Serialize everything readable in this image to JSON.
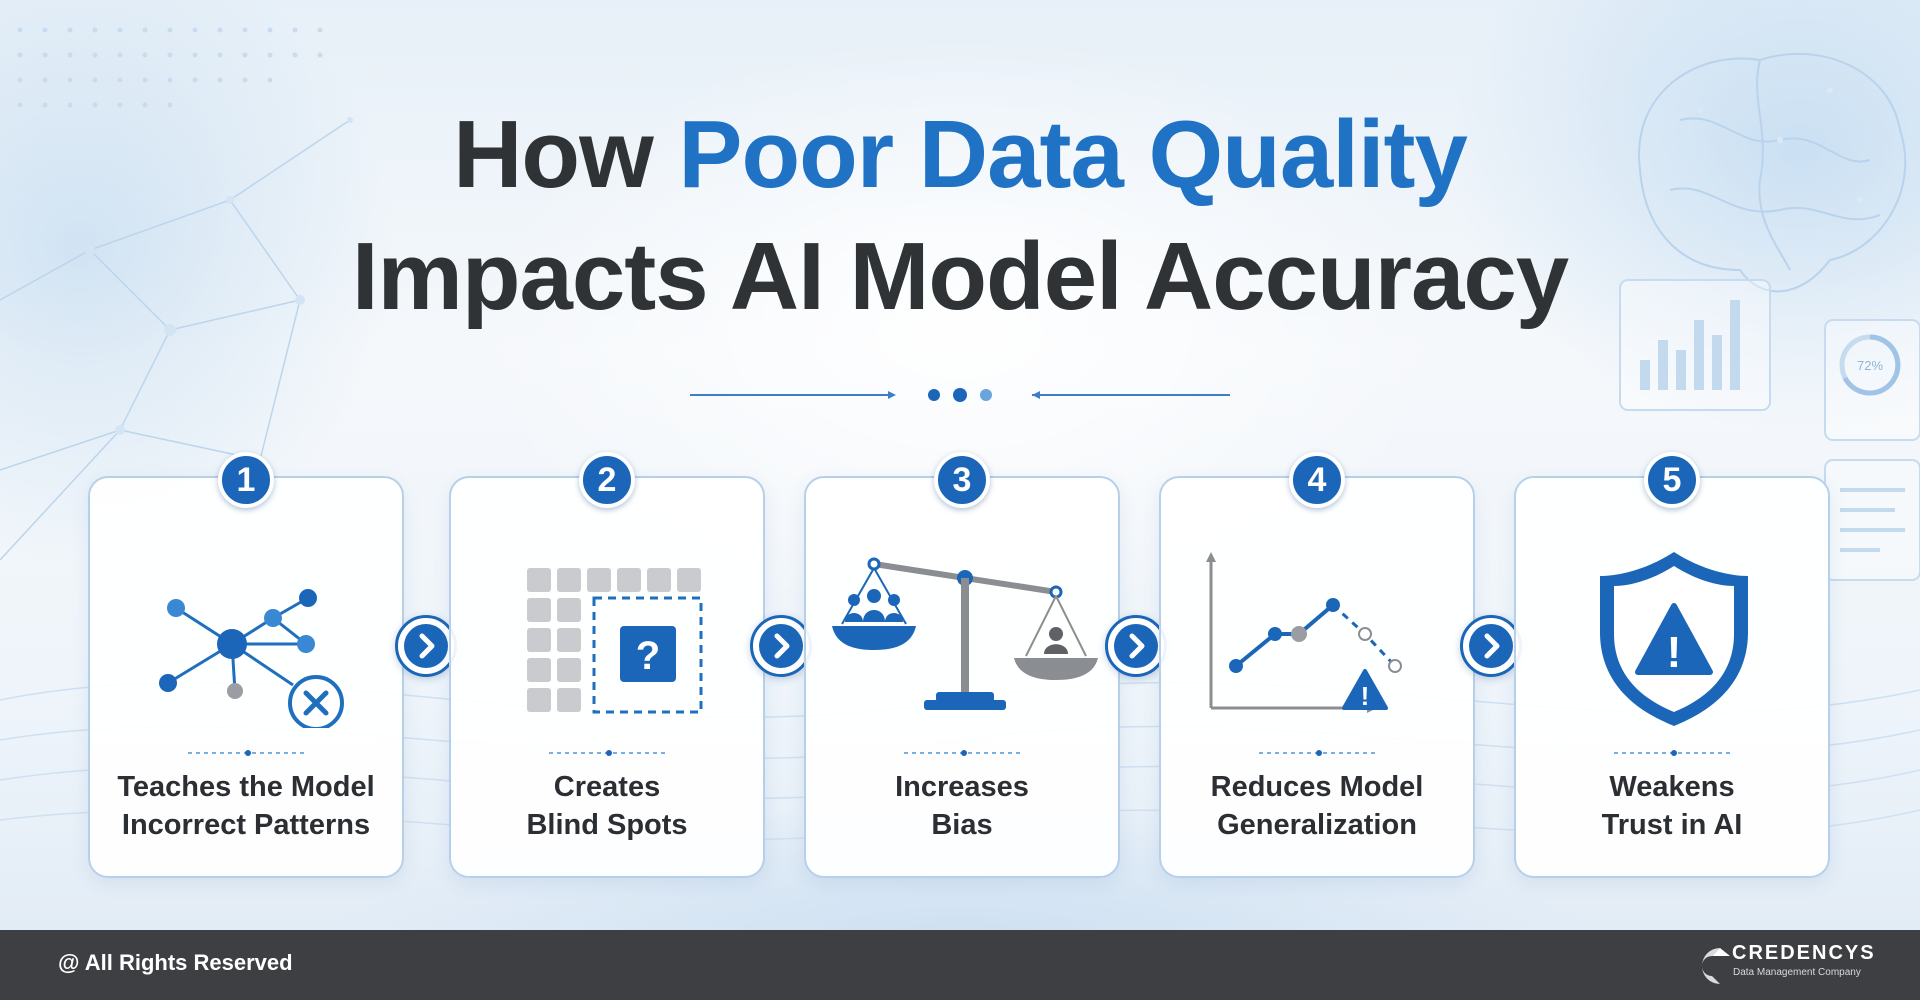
{
  "title": {
    "line1_prefix": "How",
    "line1_accent": "Poor Data Quality",
    "line2": "Impacts AI Model Accuracy"
  },
  "background": {
    "gauge_text": "72%"
  },
  "steps": [
    {
      "number": "1",
      "icon": "network-error-icon",
      "label_lines": [
        "Teaches the Model",
        "Incorrect Patterns"
      ]
    },
    {
      "number": "2",
      "icon": "blind-spot-grid-icon",
      "icon_text": "?",
      "label_lines": [
        "Creates",
        "Blind Spots"
      ]
    },
    {
      "number": "3",
      "icon": "balance-scale-icon",
      "label_lines": [
        "Increases",
        "Bias"
      ]
    },
    {
      "number": "4",
      "icon": "trend-warning-icon",
      "icon_text": "!",
      "label_lines": [
        "Reduces Model",
        "Generalization"
      ]
    },
    {
      "number": "5",
      "icon": "shield-warning-icon",
      "icon_text": "!",
      "label_lines": [
        "Weakens",
        "Trust in AI"
      ]
    }
  ],
  "footer": {
    "rights": "@ All Rights Reserved",
    "brand": "CREDENCYS",
    "tagline": "Data Management Company"
  },
  "colors": {
    "accent": "#1f72c4",
    "dark_blue": "#1b66b8",
    "title_dark": "#2f3336",
    "footer_bg": "#3d3f42",
    "grey_icon": "#a6a9ad"
  }
}
